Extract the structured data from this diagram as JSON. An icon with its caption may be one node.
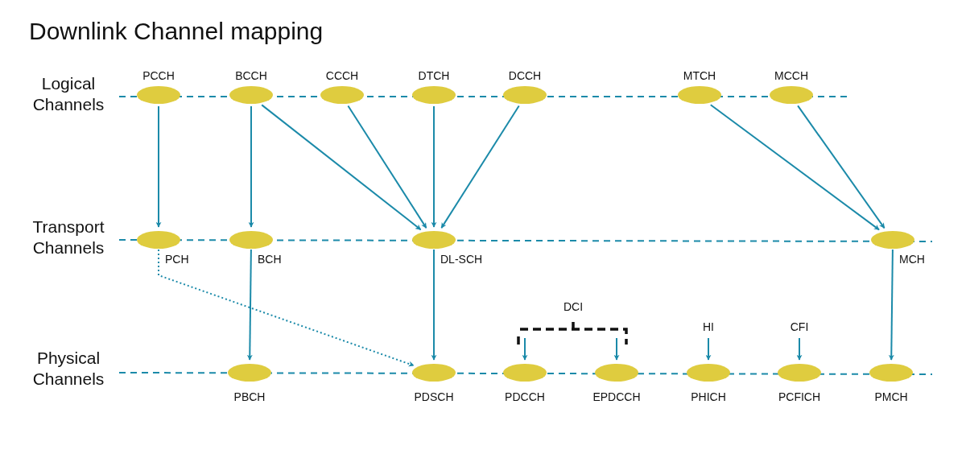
{
  "diagram": {
    "title": "Downlink Channel mapping",
    "nodes": [
      {
        "text": [
          "PCCH"
        ]
      },
      {
        "text": [
          "BCCH"
        ]
      },
      {
        "text": [
          "CCCH"
        ]
      },
      {
        "text": [
          "DTCH"
        ]
      },
      {
        "text": [
          "DCCH"
        ]
      },
      {
        "text": [
          "MTCH"
        ]
      },
      {
        "text": [
          "MCCH"
        ]
      },
      {
        "text": [
          "PCH"
        ]
      },
      {
        "text": [
          "BCH"
        ]
      },
      {
        "text": [
          "DL-SCH"
        ]
      },
      {
        "text": [
          "MCH"
        ]
      },
      {
        "text": [
          "HI"
        ]
      },
      {
        "text": [
          "CFI"
        ]
      },
      {
        "text": [
          "PBCH"
        ]
      },
      {
        "text": [
          "PDSCH"
        ]
      },
      {
        "text": [
          "PDCCH"
        ]
      },
      {
        "text": [
          "EPDCCH"
        ]
      },
      {
        "text": [
          "PHICH"
        ]
      },
      {
        "text": [
          "PCFICH"
        ]
      },
      {
        "text": [
          "PMCH"
        ]
      }
    ],
    "edges": [
      {
        "from": 0,
        "to": 7,
        "arrow": "to"
      },
      {
        "from": 1,
        "to": 8,
        "arrow": "to"
      },
      {
        "from": 1,
        "to": 9,
        "arrow": "to"
      },
      {
        "from": 2,
        "to": 9,
        "arrow": "to"
      },
      {
        "from": 3,
        "to": 9,
        "arrow": "to"
      },
      {
        "from": 4,
        "to": 9,
        "arrow": "to"
      },
      {
        "from": 5,
        "to": 10,
        "arrow": "to"
      },
      {
        "from": 6,
        "to": 10,
        "arrow": "to"
      },
      {
        "from": 7,
        "to": 14,
        "arrow": "to",
        "style": "dashed"
      },
      {
        "from": 8,
        "to": 13,
        "arrow": "to"
      },
      {
        "from": 9,
        "to": 14,
        "arrow": "to"
      },
      {
        "from": 10,
        "to": 19,
        "arrow": "to"
      },
      {
        "from": null,
        "to": 15,
        "arrow": "to"
      },
      {
        "from": null,
        "to": 16,
        "arrow": "to"
      },
      {
        "from": 11,
        "to": 17,
        "arrow": "to"
      },
      {
        "from": 12,
        "to": 18,
        "arrow": "to"
      }
    ],
    "labels": [
      "Logical Channels",
      "Transport Channels",
      "Physical Channels",
      "DCI"
    ]
  }
}
